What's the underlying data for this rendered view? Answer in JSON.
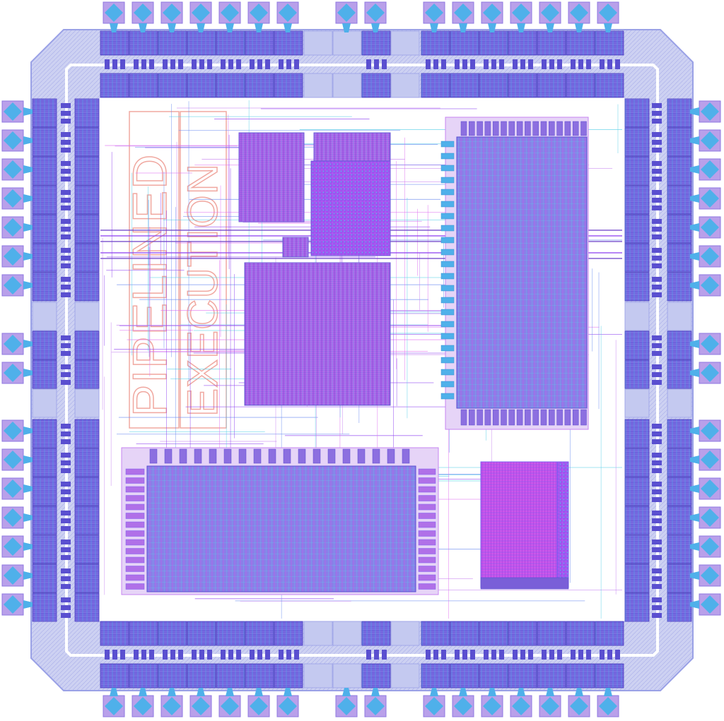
{
  "colors": {
    "background": "#ffffff",
    "ring": "#c9cdf0",
    "ring_line": "#9aa1e6",
    "pad": "#b39ae8",
    "pad_diamond": "#4fb0ea",
    "io_cell": "#7b6be0",
    "io_cell_dark": "#5a4fd0",
    "core_bg": "#ffffff",
    "magenta": "#d64fe6",
    "violet": "#8c3ff0",
    "blue_grid": "#6b8cf0",
    "cyan": "#5ad0e8",
    "green": "#3fb8a0",
    "logo": "#f0a8a0"
  },
  "logo": {
    "line1": "PIPELINED",
    "line2": "EXECUTION"
  },
  "pads": {
    "top_left_count": 7,
    "top_mid_count": 2,
    "top_right_count": 7,
    "side_upper_count": 7,
    "side_mid_count": 2,
    "side_lower_count": 7
  },
  "icons": {
    "pad": "diamond-bond-pad-icon"
  }
}
